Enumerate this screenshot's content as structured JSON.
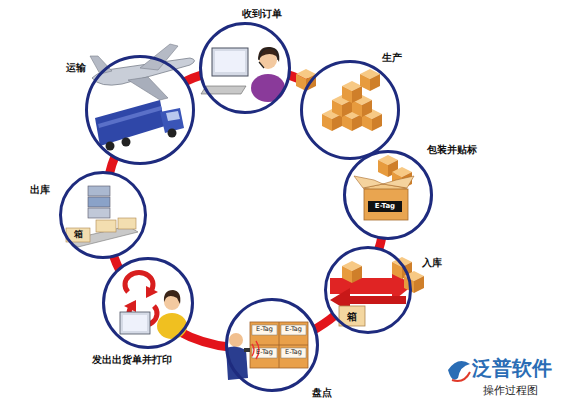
{
  "diagram": {
    "nodes": [
      {
        "text": [
          "收到订单"
        ]
      },
      {
        "text": [
          "生产"
        ]
      },
      {
        "text": [
          "包装并贴标"
        ]
      },
      {
        "text": [
          "入库"
        ]
      },
      {
        "text": [
          "盘点"
        ]
      },
      {
        "text": [
          "发出出货单并打印"
        ]
      },
      {
        "text": [
          "出库"
        ]
      },
      {
        "text": [
          "运输"
        ]
      }
    ],
    "edges": [
      {
        "from": 0,
        "to": 1,
        "arrow": "none"
      },
      {
        "from": 1,
        "to": 2,
        "arrow": "none"
      },
      {
        "from": 2,
        "to": 3,
        "arrow": "none"
      },
      {
        "from": 3,
        "to": 4,
        "arrow": "none"
      },
      {
        "from": 4,
        "to": 5,
        "arrow": "none"
      },
      {
        "from": 5,
        "to": 6,
        "arrow": "none"
      },
      {
        "from": 6,
        "to": 7,
        "arrow": "none"
      },
      {
        "from": 7,
        "to": 0,
        "arrow": "none"
      }
    ],
    "labels": [
      "E-Tag",
      "箱",
      "E-Tag",
      "E-Tag",
      "E-Tag",
      "E-Tag",
      "箱",
      "泛普软件",
      "操作过程图"
    ]
  }
}
